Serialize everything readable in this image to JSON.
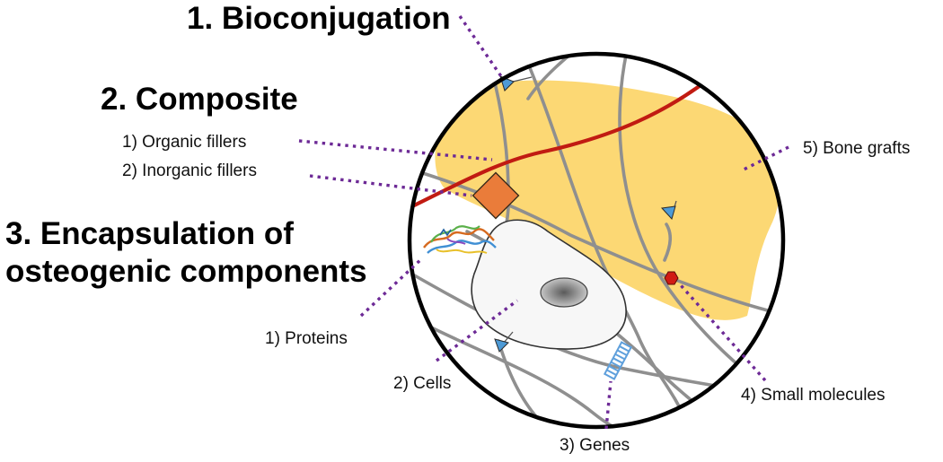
{
  "headings": {
    "bioconjugation": "1. Bioconjugation",
    "composite": "2. Composite",
    "encapsulation_line1": "3. Encapsulation of",
    "encapsulation_line2": "osteogenic components"
  },
  "labels": {
    "organic_fillers": "1) Organic fillers",
    "inorganic_fillers": "2) Inorganic fillers",
    "bone_grafts": "5) Bone grafts",
    "proteins": "1) Proteins",
    "cells": "2) Cells",
    "genes": "3) Genes",
    "small_molecules": "4) Small molecules"
  },
  "colors": {
    "bone_graft_fill": "#fcd874",
    "organic_filler_fiber": "#c11b12",
    "inorganic_filler": "#ea7c3a",
    "ligand_triangle": "#4d9ad6",
    "leader_line": "#6d2a96",
    "small_molecule": "#d11b14",
    "gene": "#5fa0dc",
    "fiber": "#8f8f8f"
  },
  "icons": {
    "ligand": "blue-triangle-icon",
    "protein": "protein-ribbon-icon",
    "gene": "dna-helix-icon",
    "small_molecule": "hexagon-icon",
    "inorganic_filler": "orange-diamond-icon"
  }
}
